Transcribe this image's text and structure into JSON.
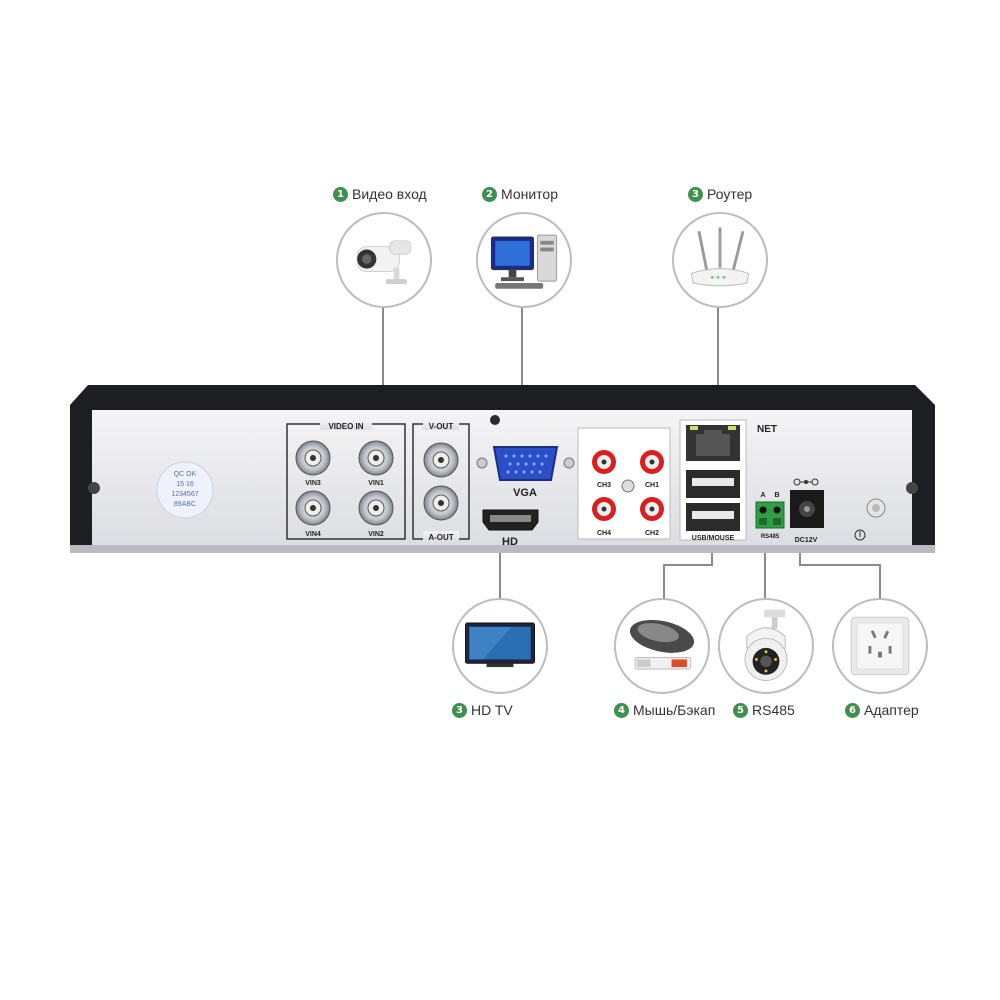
{
  "accent": "#3f8f4e",
  "top_callouts": [
    {
      "number": "1",
      "label": "Видео вход",
      "icon": "camera-icon"
    },
    {
      "number": "2",
      "label": "Монитор",
      "icon": "monitor-icon"
    },
    {
      "number": "3",
      "label": "Роутер",
      "icon": "router-icon"
    }
  ],
  "bottom_callouts": [
    {
      "number": "3",
      "label": "HD TV",
      "icon": "tv-icon"
    },
    {
      "number": "4",
      "label": "Мышь/Бэкап",
      "icon": "mouse-icon"
    },
    {
      "number": "5",
      "label": "RS485",
      "icon": "ptz-camera-icon"
    },
    {
      "number": "6",
      "label": "Адаптер",
      "icon": "power-outlet-icon"
    }
  ],
  "panel": {
    "video_in": "VIDEO IN",
    "vin1": "VIN1",
    "vin2": "VIN2",
    "vin3": "VIN3",
    "vin4": "VIN4",
    "v_out": "V-OUT",
    "a_out": "A-OUT",
    "vga": "VGA",
    "hd": "HD",
    "ch1": "CH1",
    "ch2": "CH2",
    "ch3": "CH3",
    "ch4": "CH4",
    "net": "NET",
    "usb_mouse": "USB/MOUSE",
    "a": "A",
    "b": "B",
    "rs485": "RS485",
    "dc12v": "DC12V",
    "sticker": [
      "QC OK",
      "15 16",
      "1234567",
      "89ABC"
    ]
  }
}
